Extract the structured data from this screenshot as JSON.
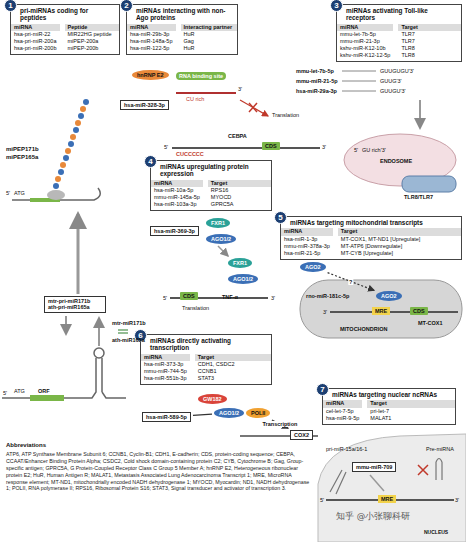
{
  "diagram": {
    "nodes": [
      {
        "text": [
          "pri-miRNAs coding for peptides",
          "miRNA",
          "Peptide",
          "hsa-pri-miR-22",
          "MIR22HG peptide",
          "hsa-pri-miR-200a",
          "miPEP-200a",
          "hsa-pri-miR-200b",
          "miPEP-200b"
        ]
      },
      {
        "text": [
          "1"
        ],
        "in": 0
      },
      {
        "text": [
          "miRNAs interacting with non-Ago proteins",
          "miRNA",
          "Interacting partner",
          "hsa-miR-29b-3p",
          "HuR",
          "hsa-miR-148a-5p",
          "Gag",
          "hsa-miR-122-5p",
          "HuR"
        ]
      },
      {
        "text": [
          "2"
        ],
        "in": 2
      },
      {
        "text": [
          "miRNAs activating Toll-like receptors",
          "miRNA",
          "Target",
          "mmu-let-7b-5p",
          "TLR7",
          "mmu-miR-21-3p",
          "TLR7",
          "kshv-miR-K12-10b",
          "TLR8",
          "kshv-miR-K12-12-5p",
          "TLR8"
        ]
      },
      {
        "text": [
          "3"
        ],
        "in": 4
      },
      {
        "text": [
          "miRNAs upregulating protein expression",
          "miRNA",
          "Target",
          "hsa-miR-10a-5p",
          "RPS16",
          "mmu-miR-145a-5p",
          "MYOCD",
          "hsa-miR-103a-3p",
          "GPRC5A"
        ]
      },
      {
        "text": [
          "4"
        ],
        "in": 6
      },
      {
        "text": [
          "miRNAs targeting mitochondrial transcripts",
          "miRNA",
          "Target",
          "hsa-miR-1-3p",
          "MT-COX1, MT-ND1 [Upregulate]",
          "mmu-miR-378a-3p",
          "MT-ATP6 [Downregulate]",
          "hsa-miR-21-5p",
          "MT-CYB [Upregulate]"
        ]
      },
      {
        "text": [
          "5"
        ],
        "in": 8
      },
      {
        "text": [
          "miRNAs directly activating transcription",
          "miRNA",
          "Target",
          "hsa-miR-373-3p",
          "CDH1, CSDC2",
          "mmu-miR-744-5p",
          "CCNB1",
          "hsa-miR-551b-3p",
          "STAT3"
        ]
      },
      {
        "text": [
          "6"
        ],
        "in": 10
      },
      {
        "text": [
          "miRNAs targeting nuclear ncRNAs",
          "miRNA",
          "Target",
          "cel-let-7-5p",
          "pri-let-7",
          "hsa-miR-9-5p",
          "MALAT1"
        ]
      },
      {
        "text": [
          "7"
        ],
        "in": 12
      },
      {
        "text": [
          "hsa-miR-328-3p"
        ]
      },
      {
        "text": [
          "hnRNP E2"
        ]
      },
      {
        "text": [
          "RNA binding site"
        ]
      },
      {
        "text": [
          "CDS"
        ]
      },
      {
        "text": [
          "mtr-pri-miR171b ath-pri-miR165a"
        ]
      },
      {
        "text": [
          "hsa-miR-369-3p"
        ]
      },
      {
        "text": [
          "FXR1"
        ]
      },
      {
        "text": [
          "AGO1/2"
        ]
      },
      {
        "text": [
          "FXR1"
        ]
      },
      {
        "text": [
          "AGO1/2"
        ]
      },
      {
        "text": [
          "CDS"
        ]
      },
      {
        "text": [
          "AGO2"
        ]
      },
      {
        "text": [
          "AGO2"
        ]
      },
      {
        "text": [
          "MRE"
        ]
      },
      {
        "text": [
          "CDS"
        ]
      },
      {
        "text": [
          "GW182"
        ]
      },
      {
        "text": [
          "AGO1/2"
        ]
      },
      {
        "text": [
          "POLII"
        ]
      },
      {
        "text": [
          "hsa-miR-589-5p"
        ]
      },
      {
        "text": [
          "COX2"
        ]
      },
      {
        "text": [
          "mmu-miR-709"
        ]
      },
      {
        "text": [
          "MRE"
        ]
      }
    ],
    "edges": [
      {
        "from": 31,
        "to": 33,
        "label": "Transcription",
        "arrow": "to"
      },
      {
        "from": 25,
        "to": 26,
        "label": "?",
        "arrow": "to"
      },
      {
        "from": 32,
        "to": 30,
        "arrow": "none"
      }
    ],
    "labels": [
      "miPEP171b",
      "miPEP165a",
      "5'",
      "ATG",
      "mtr-miR171b",
      "ath-miR165a",
      "5'",
      "ATG",
      "ORF",
      "CU rich",
      "3'",
      "Translation",
      "CEBPA",
      "5'",
      "3'",
      "CUCCCCC",
      "mmu-let-7b-5p",
      "GUUGUGU'3'",
      "mmu-miR-21-5p",
      "GUUG'3'",
      "hsa-miR-29a-3p",
      "GUUGU'3'",
      "5'",
      "GU rich'3'",
      "ENDOSOME",
      "TLR8/TLR7",
      "TNF-α",
      "Translation",
      "5'",
      "3'",
      "rno-miR-181c-5p",
      "3'",
      "MT-COX1",
      "MITOCHONDRION",
      "pri-miR-15a/16-1",
      "Pre-miRNA",
      "5'",
      "3'",
      "NUCLEUS",
      "Abbreviations",
      "ATP6, ATP Synthase Membrane Subunit 6; CCNB1, Cyclin-B1; CDH1, E-cadherin; CDS, protein-coding sequence; CEBPA, CCAAT/Enhancer Binding Protein Alpha; CSDC2, Cold shock domain-containing protein C2; CYB, Cytochrome B; Gag, Group-specific antigen; GPRC5A, G Protein-Coupled Receptor Class C Group 5 Member A; hnRNP E2, Heterogeneous ribonuclear protein E2; HuR, Human Antigen R; MALAT1, Metastasis Associated Lung Adenocarcinoma Transcript 1; MRE, MicroRNA response element; MT-ND1, mitochondrially encoded NADH dehydrogenase 1; MYOCD, Myocardin; ND1, NADH dehydrogenase 1; POLII, RNA polymerase II; RPS16, Ribosomal Protein S16; STAT3, Signal transducer and activator of transcription 3.",
      "知乎 @小张聊科研"
    ]
  }
}
